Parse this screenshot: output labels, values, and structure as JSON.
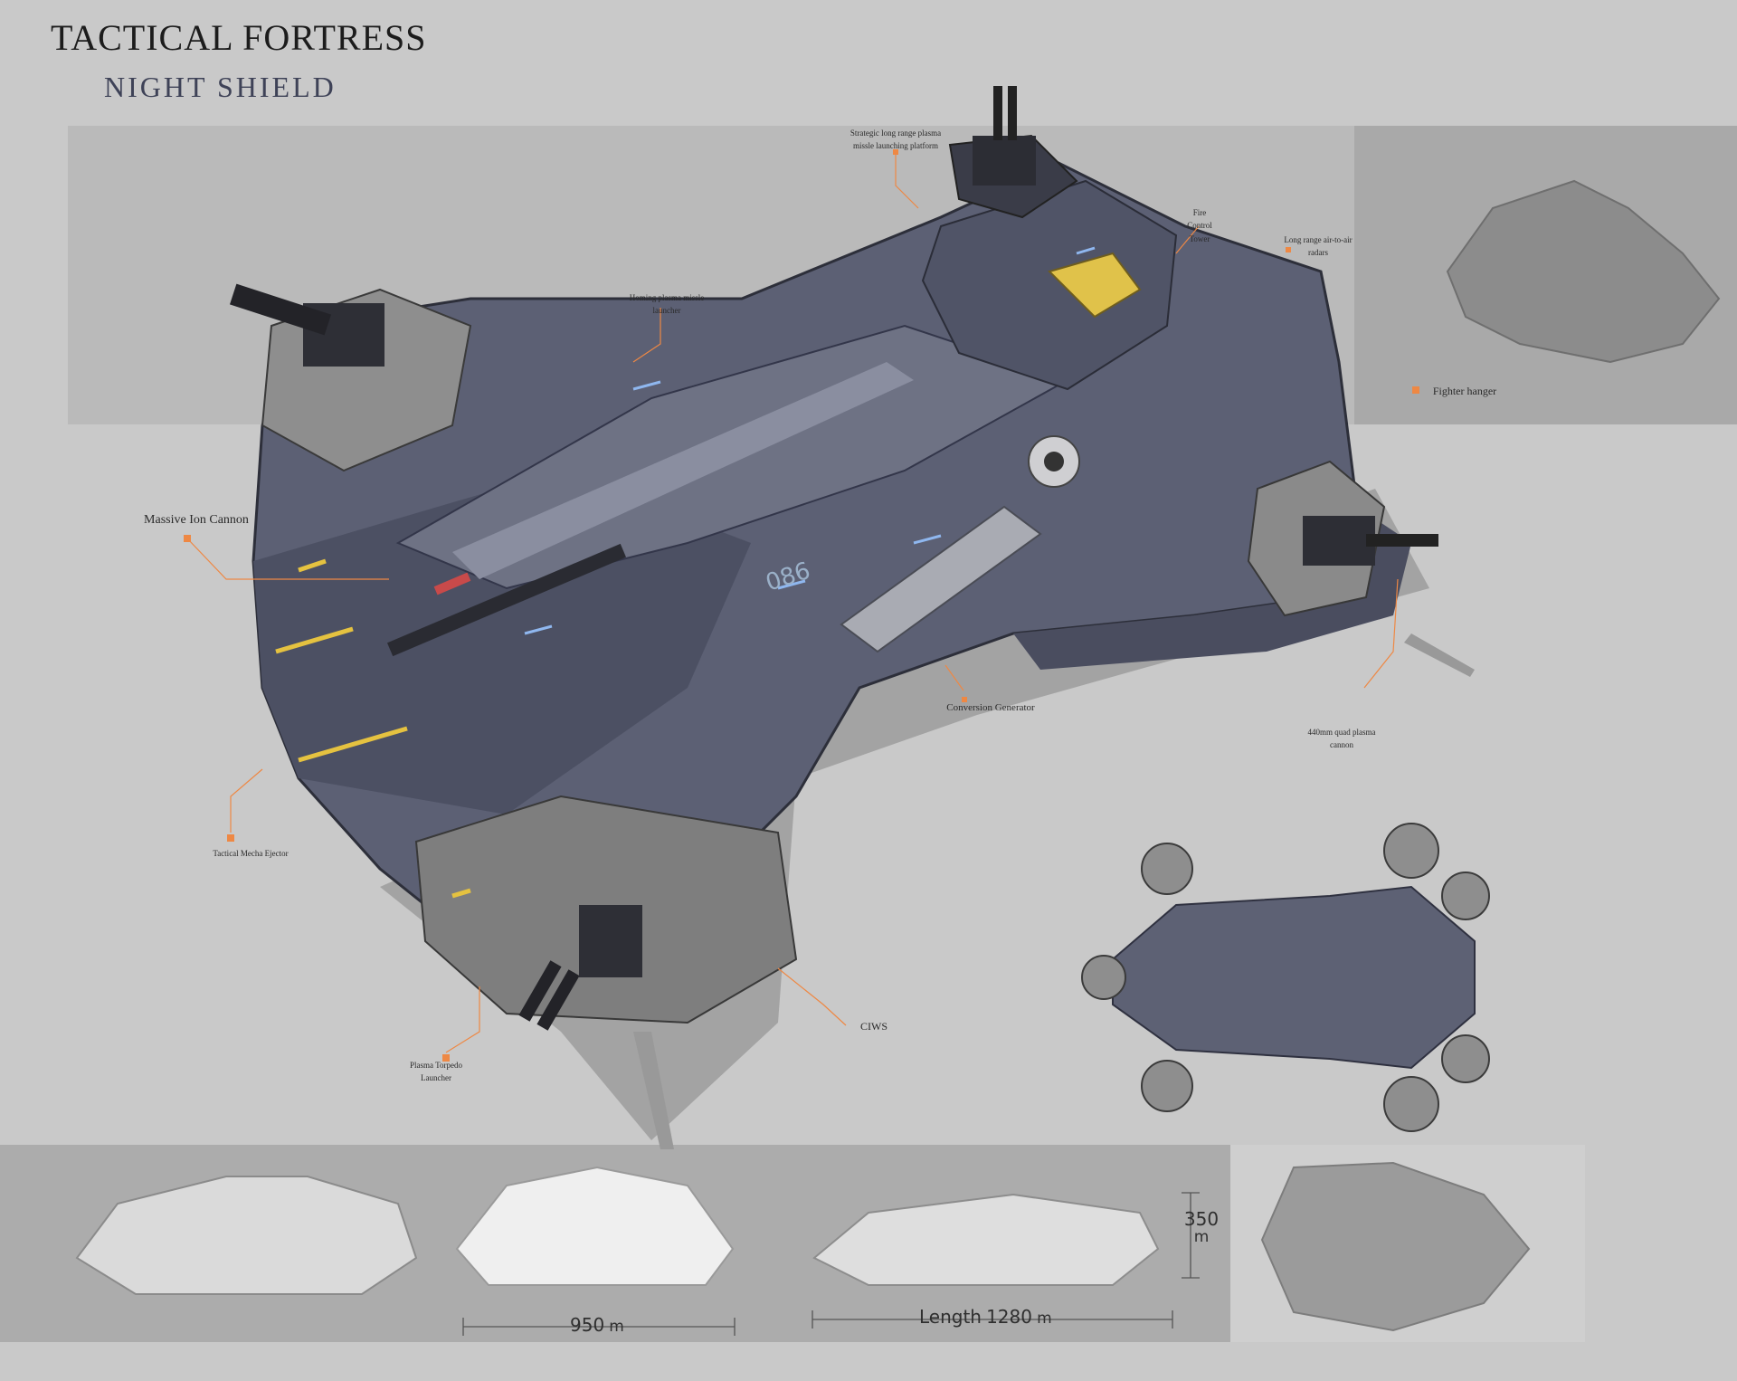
{
  "header": {
    "title": "TACTICAL FORTRESS",
    "subtitle": "NIGHT SHIELD"
  },
  "hull_number": "086",
  "callouts": [
    {
      "id": "strategic",
      "text": "Strategic long range plasma missle launching platform"
    },
    {
      "id": "fire-control",
      "text": "Fire Control Tower"
    },
    {
      "id": "radar",
      "text": "Long range air-to-air radars"
    },
    {
      "id": "homing",
      "text": "Homing plasma  missle launcher"
    },
    {
      "id": "fighter",
      "text": "Fighter hanger"
    },
    {
      "id": "ion",
      "text": "Massive Ion Cannon"
    },
    {
      "id": "conversion",
      "text": "Conversion Generator"
    },
    {
      "id": "quad",
      "text": "440mm quad plasma cannon"
    },
    {
      "id": "mecha",
      "text": "Tactical Mecha Ejector"
    },
    {
      "id": "torpedo",
      "text": "Plasma Torpedo Launcher"
    },
    {
      "id": "ciws",
      "text": "CIWS"
    }
  ],
  "dimensions": {
    "width": {
      "value": "950",
      "unit": "m"
    },
    "length": {
      "label": "Length",
      "value": "1280",
      "unit": "m"
    },
    "height": {
      "value": "350",
      "unit": "m"
    }
  },
  "colors": {
    "accent": "#ee8844",
    "hull": "#5b5f72",
    "hull_dark": "#44475a",
    "armor": "#8d8d8d",
    "stripe": "#e5c240"
  }
}
